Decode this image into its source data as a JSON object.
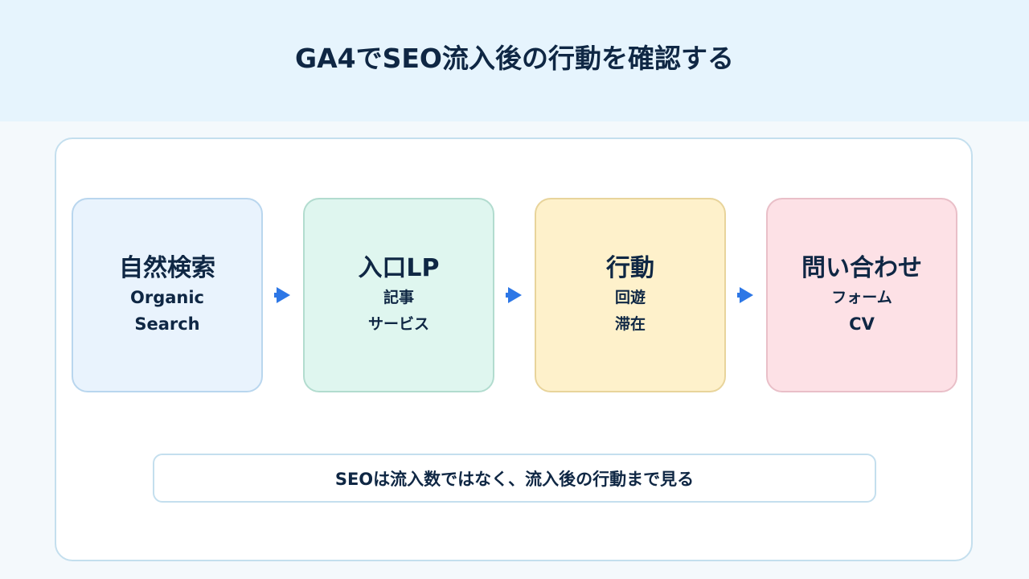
{
  "header": {
    "title": "GA4でSEO流入後の行動を確認する"
  },
  "steps": [
    {
      "title": "自然検索",
      "lines": [
        "Organic",
        "Search"
      ]
    },
    {
      "title": "入口LP",
      "lines": [
        "記事",
        "サービス"
      ]
    },
    {
      "title": "行動",
      "lines": [
        "回遊",
        "滞在"
      ]
    },
    {
      "title": "問い合わせ",
      "lines": [
        "フォーム",
        "CV"
      ]
    }
  ],
  "note": {
    "text": "SEOは流入数ではなく、流入後の行動まで見る"
  },
  "colors": {
    "header_bg": "#e6f4fd",
    "arrow": "#2d77e6",
    "step_1_bg": "#e9f3fd",
    "step_2_bg": "#dff6ef",
    "step_3_bg": "#fef1cb",
    "step_4_bg": "#fde1e6",
    "text": "#0f2744"
  }
}
